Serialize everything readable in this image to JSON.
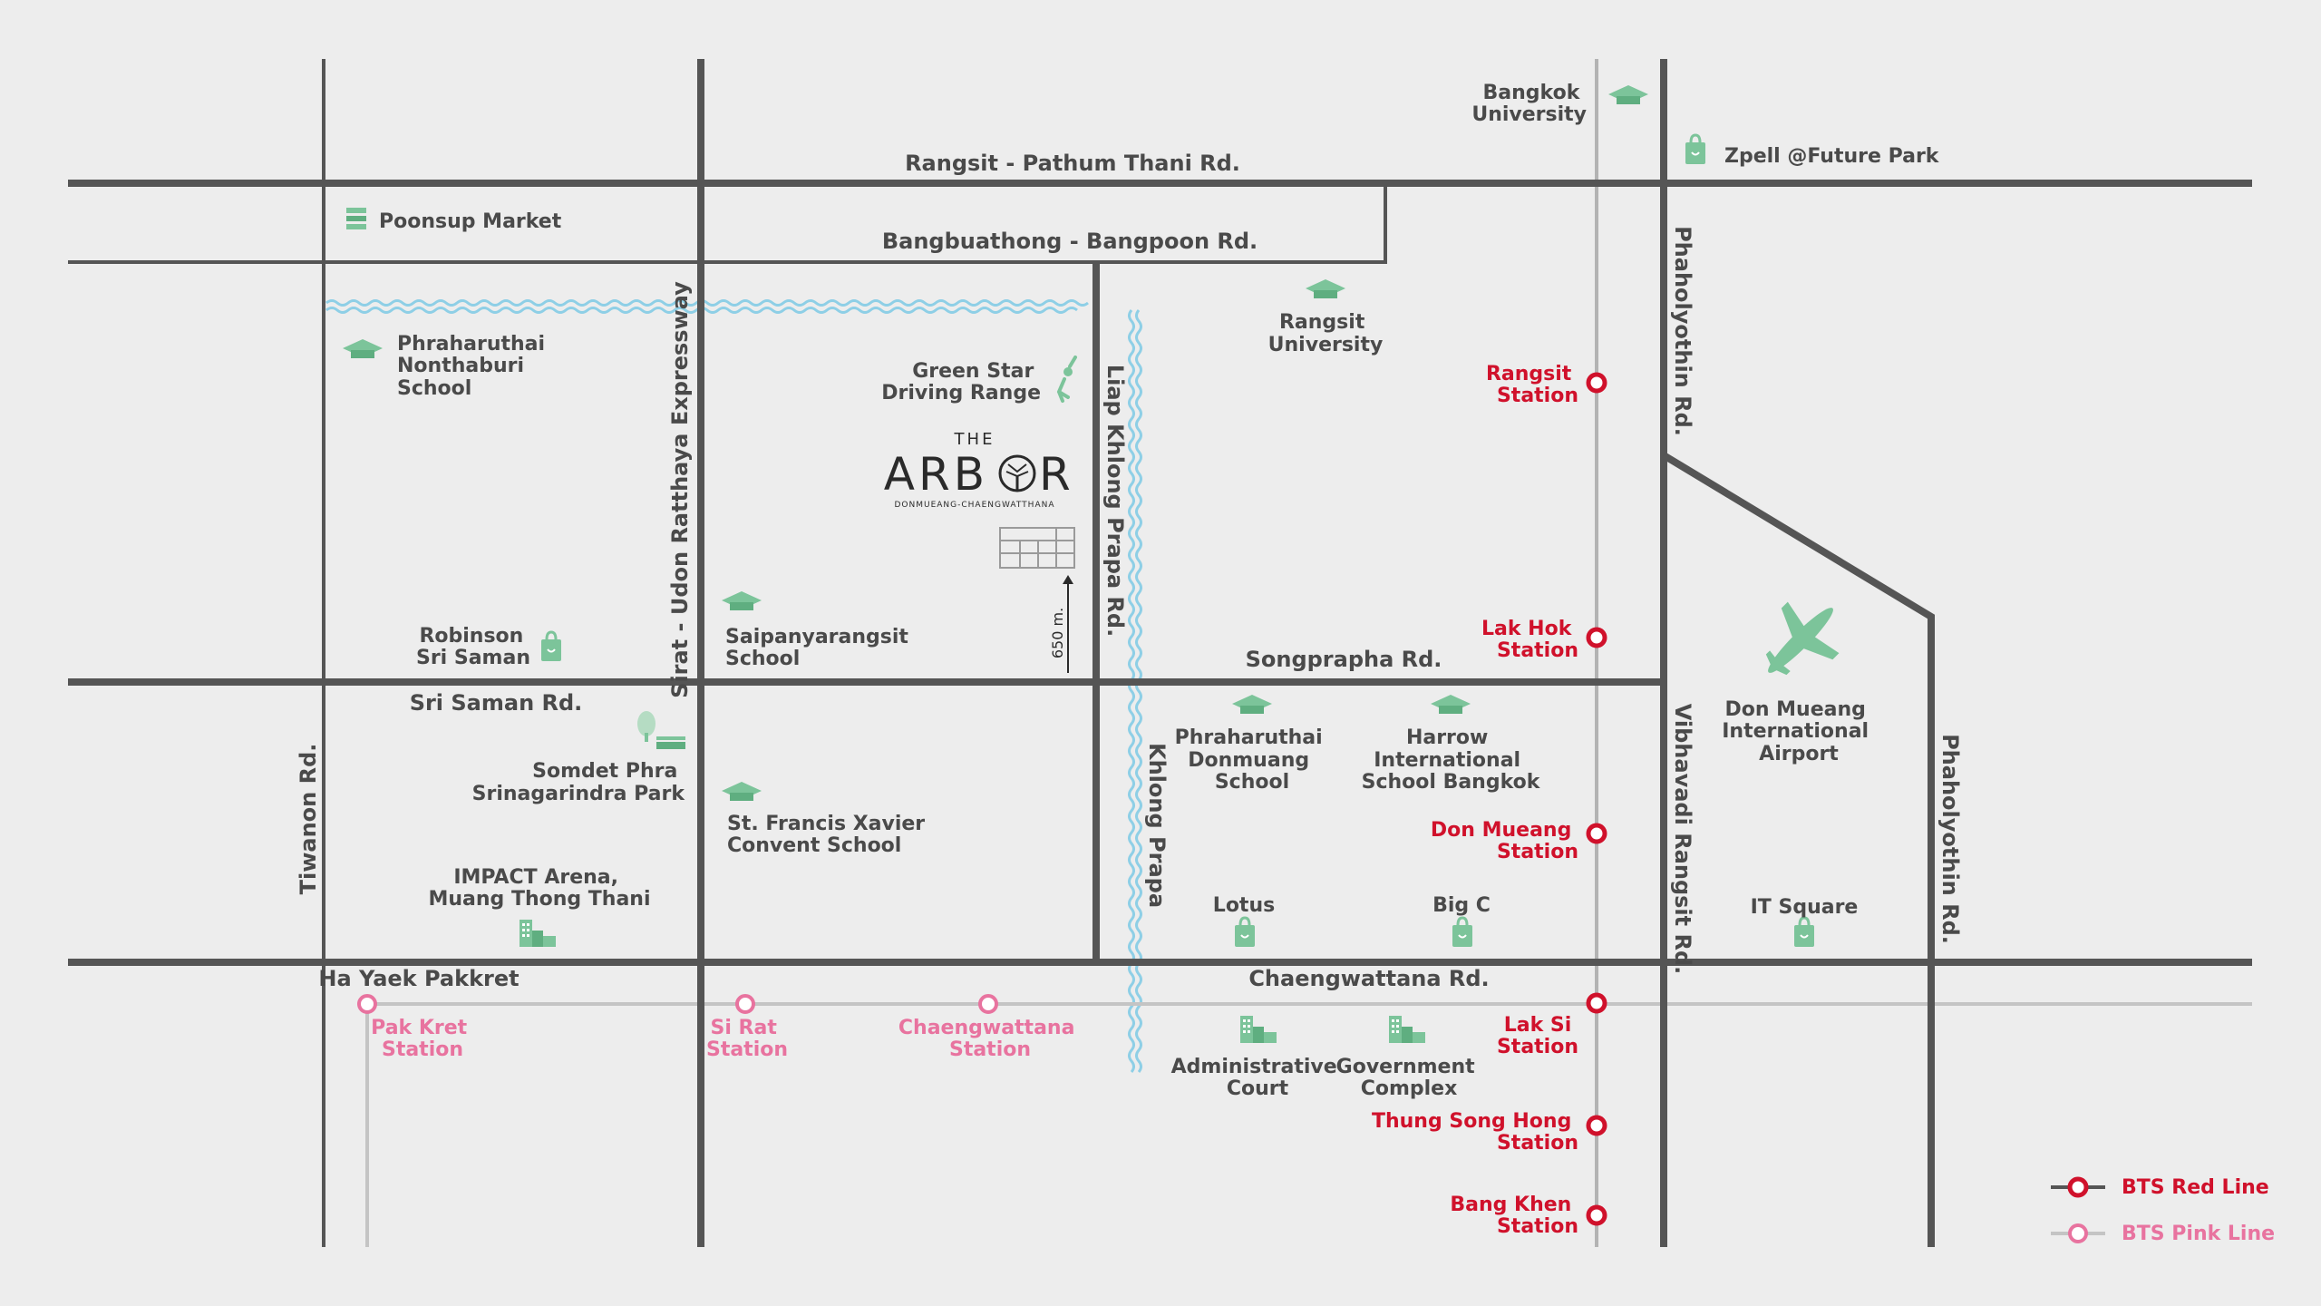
{
  "roads": {
    "rangsit_pathum": "Rangsit - Pathum Thani Rd.",
    "bangbuathong": "Bangbuathong - Bangpoon Rd.",
    "songprapha": "Songprapha Rd.",
    "sri_saman": "Sri Saman Rd.",
    "chaengwattana": "Chaengwattana Rd.",
    "ha_yaek": "Ha Yaek Pakkret",
    "tiwanon": "Tiwanon Rd.",
    "sirat": "Sirat - Udon Ratthaya Expressway",
    "liap_khlong": "Liap Khlong Prapa Rd.",
    "khlong_prapa": "Khlong Prapa",
    "phaholyothin_top": "Phaholyothin Rd.",
    "vibhavadi": "Vibhavadi Rangsit Rd.",
    "phaholyothin_right": "Phaholyothin Rd."
  },
  "places": {
    "bangkok_uni": [
      "Bangkok",
      "University"
    ],
    "zpell": "Zpell @Future Park",
    "poonsup": "Poonsup Market",
    "phraharuthai_nont": [
      "Phraharuthai",
      "Nonthaburi",
      "School"
    ],
    "green_star": [
      "Green Star",
      "Driving Range"
    ],
    "rangsit_uni": [
      "Rangsit",
      "University"
    ],
    "robinson": [
      "Robinson",
      "Sri Saman"
    ],
    "saipanya": [
      "Saipanyarangsit",
      "School"
    ],
    "somdet": [
      "Somdet Phra",
      "Srinagarindra Park"
    ],
    "st_francis": [
      "St. Francis Xavier",
      "Convent School"
    ],
    "impact": [
      "IMPACT Arena,",
      "Muang Thong Thani"
    ],
    "phraharuthai_don": [
      "Phraharuthai",
      "Donmuang",
      "School"
    ],
    "harrow": [
      "Harrow",
      "International",
      "School Bangkok"
    ],
    "airport": [
      "Don Mueang",
      "International",
      "Airport"
    ],
    "lotus": "Lotus",
    "big_c": "Big C",
    "it_square": "IT Square",
    "admin_court": [
      "Administrative",
      "Court"
    ],
    "gov_complex": [
      "Government",
      "Complex"
    ]
  },
  "stations_red": {
    "rangsit": [
      "Rangsit",
      "Station"
    ],
    "lak_hok": [
      "Lak Hok",
      "Station"
    ],
    "don_mueang": [
      "Don Mueang",
      "Station"
    ],
    "lak_si": [
      "Lak Si",
      "Station"
    ],
    "thung_song_hong": [
      "Thung Song Hong",
      "Station"
    ],
    "bang_khen": [
      "Bang Khen",
      "Station"
    ]
  },
  "stations_pink": {
    "pak_kret": [
      "Pak Kret",
      "Station"
    ],
    "si_rat": [
      "Si Rat",
      "Station"
    ],
    "chaengwattana": [
      "Chaengwattana",
      "Station"
    ]
  },
  "project": {
    "the": "THE",
    "name_left": "ARB",
    "name_right": "R",
    "sub": "DONMUEANG-CHAENGWATTHANA",
    "distance": "650 m."
  },
  "legend": {
    "red": "BTS Red Line",
    "pink": "BTS Pink Line"
  },
  "colors": {
    "background": "#ededed",
    "road": "#555555",
    "red_line": "#d0112b",
    "pink_line": "#e8739f",
    "icon": "#7cc49a",
    "river": "#8ecfe6"
  }
}
